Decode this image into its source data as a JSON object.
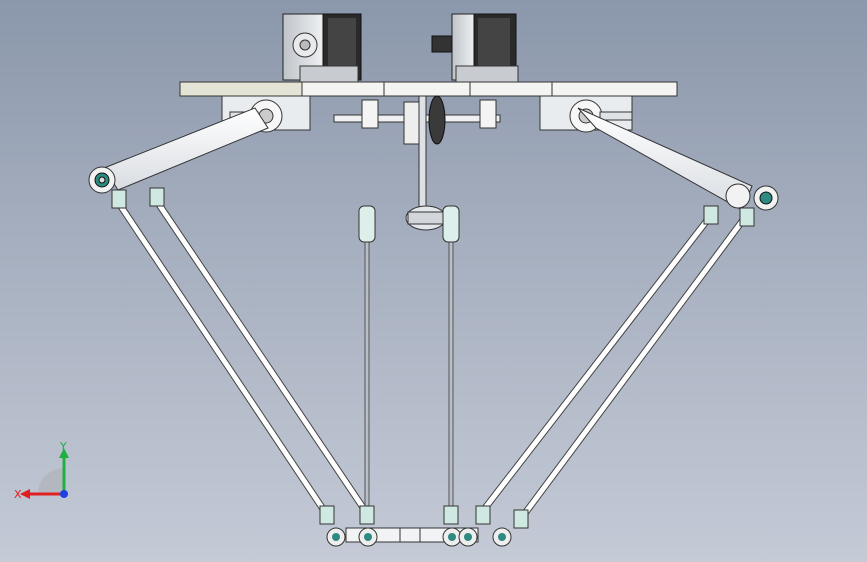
{
  "viewport": {
    "background_top": "#8b97ab",
    "background_bottom": "#c4cad6"
  },
  "model": {
    "parts": [
      "stepper-motor-left",
      "stepper-motor-right",
      "top-plate",
      "upper-arm-left",
      "upper-arm-right",
      "parallel-rods-left",
      "parallel-rods-right",
      "telescopic-shaft",
      "end-effector"
    ]
  },
  "triad": {
    "x_label": "X",
    "y_label": "Y",
    "x_color": "#e02020",
    "y_color": "#20b040",
    "z_color": "#2040e0"
  }
}
